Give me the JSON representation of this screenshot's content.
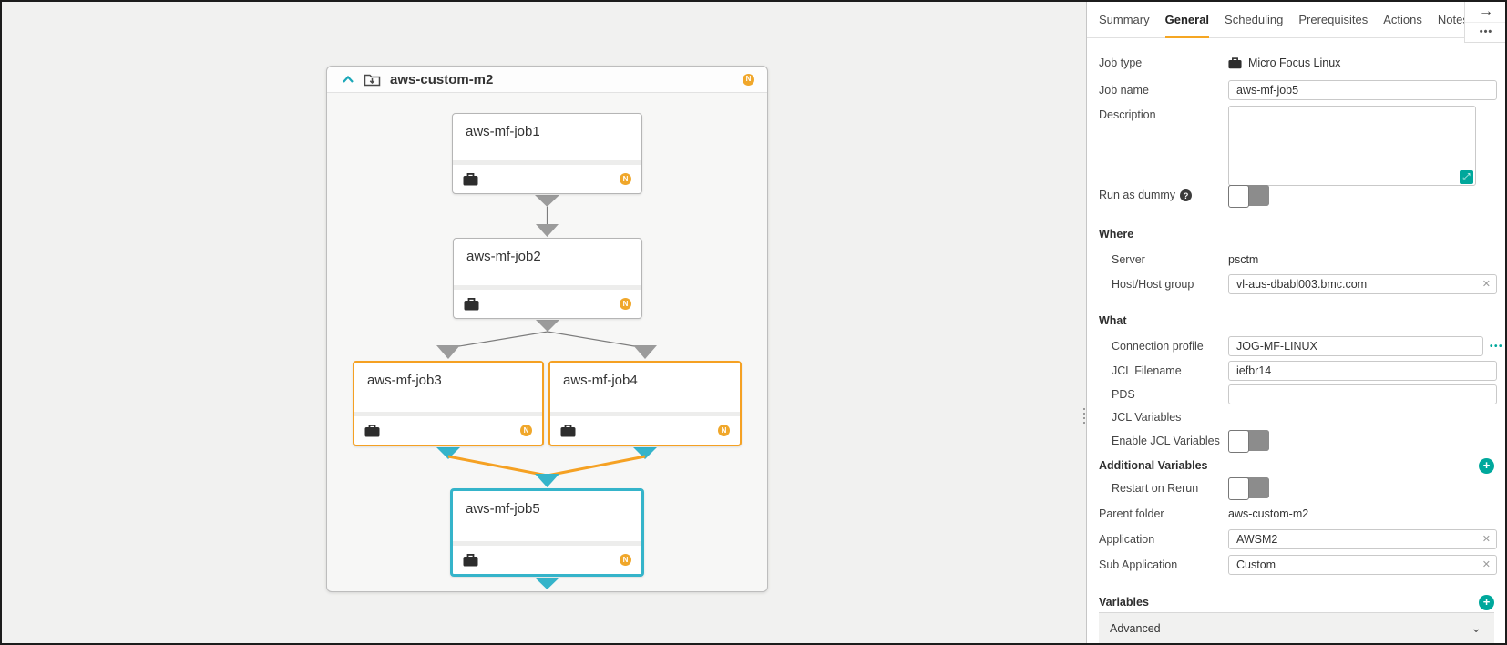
{
  "colors": {
    "accent_orange": "#f5a123",
    "selection_cyan": "#35b4ca",
    "action_teal": "#00a89c",
    "badge_orange": "#f0a72b",
    "arrow_gray": "#9b9b9b"
  },
  "icons": {
    "arrow_right": "→",
    "more_dots": "•••",
    "teal_dots": "•••",
    "clear_x": "✕",
    "plus": "+",
    "help": "?",
    "expand": "⤢",
    "chevron_down": "⌄"
  },
  "canvas": {
    "folder": {
      "name": "aws-custom-m2",
      "badge": "N"
    },
    "jobs": [
      {
        "name": "aws-mf-job1",
        "badge": "N"
      },
      {
        "name": "aws-mf-job2",
        "badge": "N"
      },
      {
        "name": "aws-mf-job3",
        "badge": "N"
      },
      {
        "name": "aws-mf-job4",
        "badge": "N"
      },
      {
        "name": "aws-mf-job5",
        "badge": "N"
      }
    ]
  },
  "panel": {
    "tabs": [
      "Summary",
      "General",
      "Scheduling",
      "Prerequisites",
      "Actions",
      "Notes"
    ],
    "active_tab": "General",
    "fields": {
      "job_type": {
        "label": "Job type",
        "value": "Micro Focus Linux"
      },
      "job_name": {
        "label": "Job name",
        "value": "aws-mf-job5"
      },
      "description": {
        "label": "Description",
        "value": ""
      },
      "run_as_dummy": {
        "label": "Run as dummy",
        "state": "off"
      },
      "where_header": "Where",
      "server": {
        "label": "Server",
        "value": "psctm"
      },
      "host": {
        "label": "Host/Host group",
        "value": "vl-aus-dbabl003.bmc.com"
      },
      "what_header": "What",
      "connection_profile": {
        "label": "Connection profile",
        "value": "JOG-MF-LINUX"
      },
      "jcl_filename": {
        "label": "JCL Filename",
        "value": "iefbr14"
      },
      "pds": {
        "label": "PDS",
        "value": ""
      },
      "jcl_variables": {
        "label": "JCL Variables"
      },
      "enable_jcl_variables": {
        "label": "Enable JCL Variables",
        "state": "off"
      },
      "additional_variables_header": "Additional Variables",
      "restart_on_rerun": {
        "label": "Restart on Rerun",
        "state": "off"
      },
      "parent_folder": {
        "label": "Parent folder",
        "value": "aws-custom-m2"
      },
      "application": {
        "label": "Application",
        "value": "AWSM2"
      },
      "sub_application": {
        "label": "Sub Application",
        "value": "Custom"
      },
      "variables_header": "Variables",
      "advanced_label": "Advanced"
    }
  }
}
